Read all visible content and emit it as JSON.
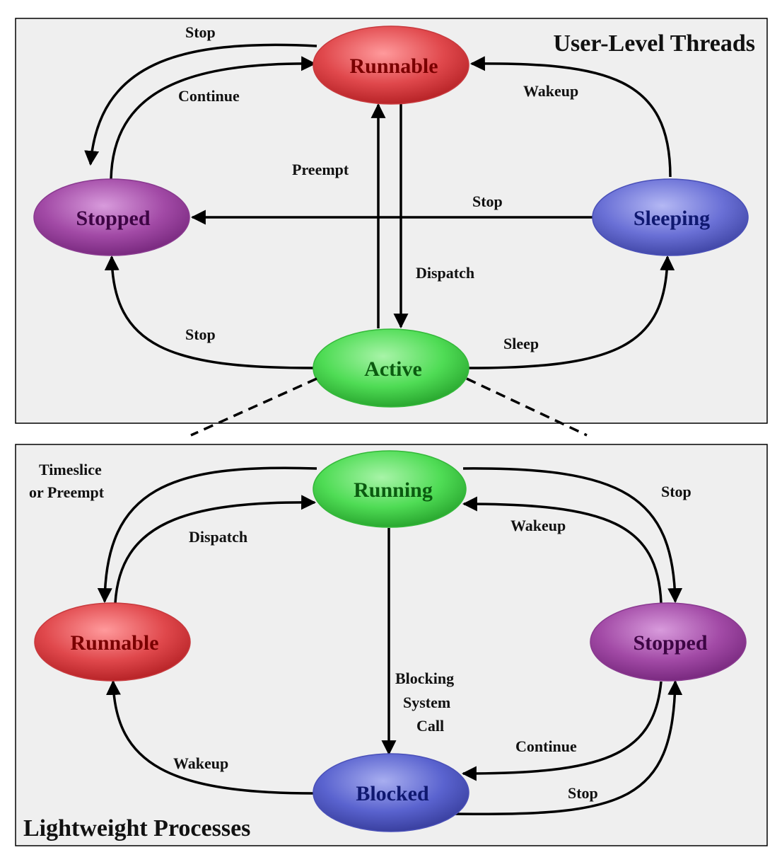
{
  "colors": {
    "panel_bg": "#efefef",
    "runnable": "#e0484c",
    "runnable_text": "#7a0000",
    "stopped": "#a24aa6",
    "stopped_text": "#3d0544",
    "sleeping": "#6a70d6",
    "sleeping_text": "#0f1870",
    "active": "#4fdc55",
    "active_text": "#0b5a10",
    "blocked": "#5a63cf",
    "blocked_text": "#0f1870"
  },
  "top_panel": {
    "title": "User-Level Threads",
    "states": {
      "runnable": "Runnable",
      "stopped": "Stopped",
      "sleeping": "Sleeping",
      "active": "Active"
    },
    "transitions": {
      "stop_from_runnable": "Stop",
      "continue": "Continue",
      "wakeup": "Wakeup",
      "preempt": "Preempt",
      "stop_from_sleeping": "Stop",
      "dispatch": "Dispatch",
      "stop_from_active": "Stop",
      "sleep": "Sleep"
    }
  },
  "bottom_panel": {
    "title": "Lightweight Processes",
    "states": {
      "running": "Running",
      "runnable": "Runnable",
      "stopped": "Stopped",
      "blocked": "Blocked"
    },
    "transitions": {
      "timeslice_line1": "Timeslice",
      "timeslice_line2": "or Preempt",
      "dispatch": "Dispatch",
      "stop_from_running": "Stop",
      "wakeup_to_running": "Wakeup",
      "blocking_line1": "Blocking",
      "blocking_line2": "System",
      "blocking_line3": "Call",
      "continue": "Continue",
      "wakeup_to_runnable": "Wakeup",
      "stop_from_blocked": "Stop"
    }
  }
}
